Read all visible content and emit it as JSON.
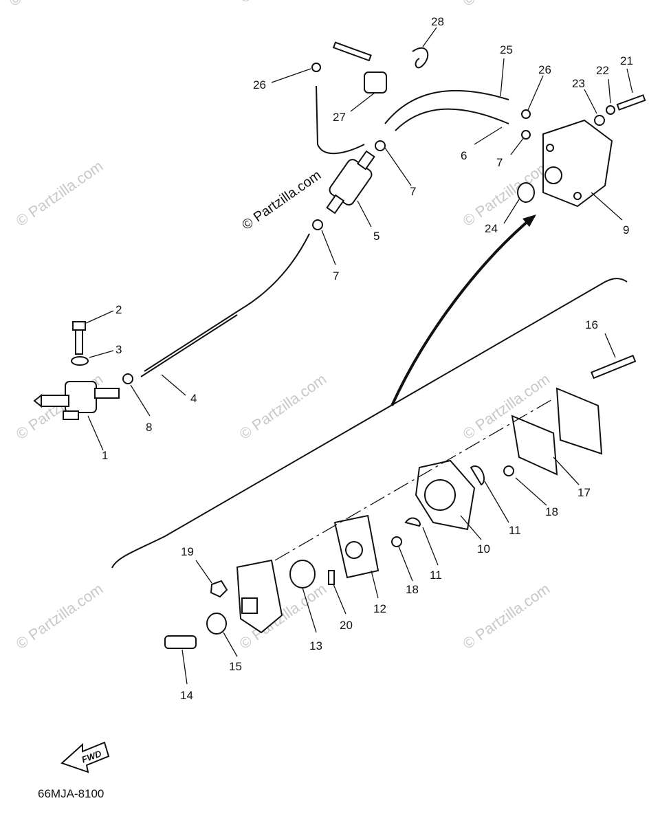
{
  "diagram": {
    "drawing_code": "66MJA-8100",
    "fwd_label": "FWD",
    "watermark": "© Partzilla.com",
    "watermark_center": "© Partzilla.com",
    "callouts": [
      {
        "id": "c1",
        "label": "1"
      },
      {
        "id": "c2",
        "label": "2"
      },
      {
        "id": "c3",
        "label": "3"
      },
      {
        "id": "c4",
        "label": "4"
      },
      {
        "id": "c5",
        "label": "5"
      },
      {
        "id": "c6",
        "label": "6"
      },
      {
        "id": "c7a",
        "label": "7"
      },
      {
        "id": "c7b",
        "label": "7"
      },
      {
        "id": "c7c",
        "label": "7"
      },
      {
        "id": "c8",
        "label": "8"
      },
      {
        "id": "c9",
        "label": "9"
      },
      {
        "id": "c10",
        "label": "10"
      },
      {
        "id": "c11a",
        "label": "11"
      },
      {
        "id": "c11b",
        "label": "11"
      },
      {
        "id": "c12",
        "label": "12"
      },
      {
        "id": "c13",
        "label": "13"
      },
      {
        "id": "c14",
        "label": "14"
      },
      {
        "id": "c15",
        "label": "15"
      },
      {
        "id": "c16",
        "label": "16"
      },
      {
        "id": "c17",
        "label": "17"
      },
      {
        "id": "c18a",
        "label": "18"
      },
      {
        "id": "c18b",
        "label": "18"
      },
      {
        "id": "c19",
        "label": "19"
      },
      {
        "id": "c20",
        "label": "20"
      },
      {
        "id": "c21",
        "label": "21"
      },
      {
        "id": "c22",
        "label": "22"
      },
      {
        "id": "c23",
        "label": "23"
      },
      {
        "id": "c24",
        "label": "24"
      },
      {
        "id": "c25",
        "label": "25"
      },
      {
        "id": "c26a",
        "label": "26"
      },
      {
        "id": "c26b",
        "label": "26"
      },
      {
        "id": "c27",
        "label": "27"
      },
      {
        "id": "c28",
        "label": "28"
      }
    ]
  }
}
